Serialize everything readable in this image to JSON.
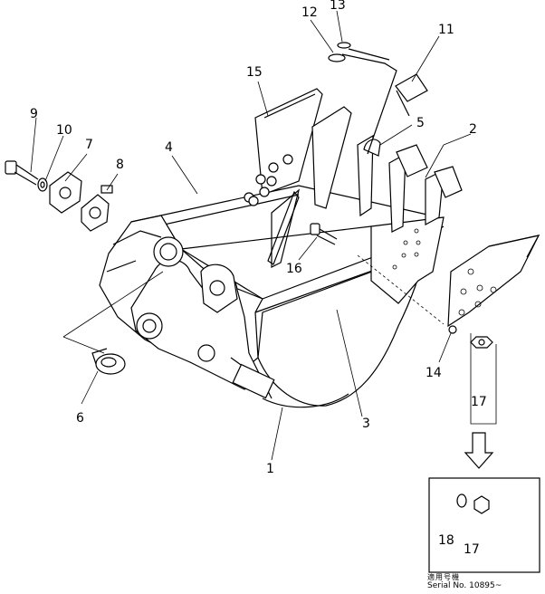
{
  "diagram": {
    "callouts": [
      "1",
      "2",
      "3",
      "4",
      "5",
      "6",
      "7",
      "8",
      "9",
      "10",
      "11",
      "12",
      "13",
      "14",
      "15",
      "16",
      "17",
      "18",
      "17"
    ]
  },
  "serial": {
    "jp_label": "適用号機",
    "label": "Serial No. 10895~"
  }
}
